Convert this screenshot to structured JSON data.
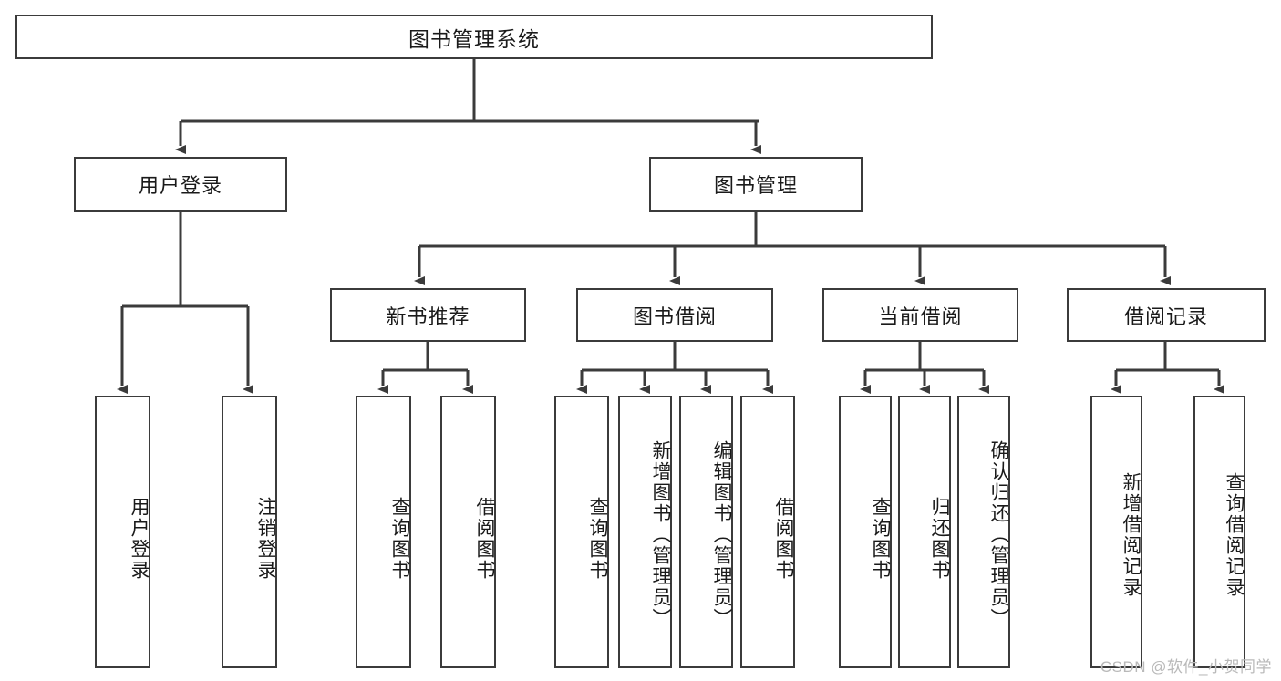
{
  "diagram": {
    "type": "tree",
    "title": "图书管理系统",
    "orientation": "top-down",
    "colors": {
      "box_border": "#3b3b3b",
      "box_fill": "#ffffff",
      "link": "#3b3b3b",
      "text": "#1a1a1a",
      "watermark": "#b9b9b9"
    },
    "levels": [
      {
        "level": 0,
        "nodes": [
          {
            "id": "root",
            "label": "图书管理系统",
            "orientation": "horizontal"
          }
        ]
      },
      {
        "level": 1,
        "nodes": [
          {
            "id": "login",
            "label": "用户登录",
            "orientation": "horizontal",
            "parent": "root"
          },
          {
            "id": "bookmgmt",
            "label": "图书管理",
            "orientation": "horizontal",
            "parent": "root"
          }
        ]
      },
      {
        "level": 2,
        "nodes": [
          {
            "id": "newbook",
            "label": "新书推荐",
            "orientation": "horizontal",
            "parent": "bookmgmt"
          },
          {
            "id": "borrow",
            "label": "图书借阅",
            "orientation": "horizontal",
            "parent": "bookmgmt"
          },
          {
            "id": "current",
            "label": "当前借阅",
            "orientation": "horizontal",
            "parent": "bookmgmt"
          },
          {
            "id": "record",
            "label": "借阅记录",
            "orientation": "horizontal",
            "parent": "bookmgmt"
          }
        ]
      },
      {
        "level": 3,
        "nodes": [
          {
            "id": "leaf1",
            "label": "用户登录",
            "orientation": "vertical",
            "parent": "login"
          },
          {
            "id": "leaf2",
            "label": "注销登录",
            "orientation": "vertical",
            "parent": "login"
          },
          {
            "id": "leaf3",
            "label": "查询图书",
            "orientation": "vertical",
            "parent": "newbook"
          },
          {
            "id": "leaf4",
            "label": "借阅图书",
            "orientation": "vertical",
            "parent": "newbook"
          },
          {
            "id": "leaf5",
            "label": "查询图书",
            "orientation": "vertical",
            "parent": "borrow"
          },
          {
            "id": "leaf6",
            "label": "新增图书（管理员）",
            "orientation": "vertical",
            "parent": "borrow"
          },
          {
            "id": "leaf7",
            "label": "编辑图书（管理员）",
            "orientation": "vertical",
            "parent": "borrow"
          },
          {
            "id": "leaf8",
            "label": "借阅图书",
            "orientation": "vertical",
            "parent": "borrow"
          },
          {
            "id": "leaf9",
            "label": "查询图书",
            "orientation": "vertical",
            "parent": "current"
          },
          {
            "id": "leaf10",
            "label": "归还图书",
            "orientation": "vertical",
            "parent": "current"
          },
          {
            "id": "leaf11",
            "label": "确认归还（管理员）",
            "orientation": "vertical",
            "parent": "current"
          },
          {
            "id": "leaf12",
            "label": "新增借阅记录",
            "orientation": "vertical",
            "parent": "record"
          },
          {
            "id": "leaf13",
            "label": "查询借阅记录",
            "orientation": "vertical",
            "parent": "record"
          }
        ]
      }
    ]
  },
  "watermark": {
    "text": "CSDN @软件_小贺同学"
  }
}
